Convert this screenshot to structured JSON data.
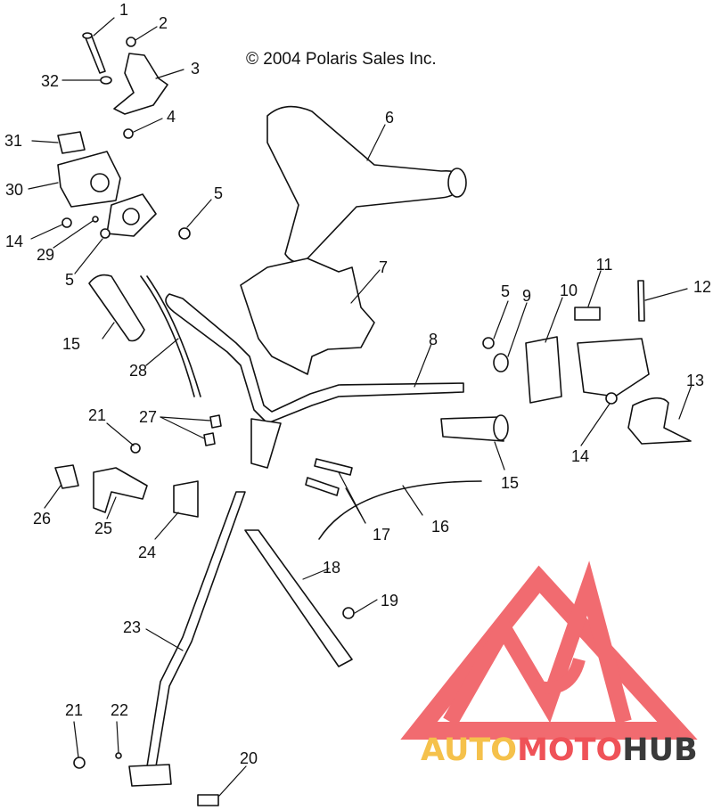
{
  "copyright": "© 2004 Polaris Sales Inc.",
  "callouts": [
    "1",
    "2",
    "3",
    "4",
    "5",
    "6",
    "7",
    "8",
    "9",
    "10",
    "11",
    "12",
    "13",
    "14",
    "15",
    "16",
    "17",
    "18",
    "19",
    "20",
    "21",
    "22",
    "23",
    "24",
    "25",
    "26",
    "27",
    "28",
    "29",
    "30",
    "31",
    "32",
    "5",
    "5",
    "14",
    "15",
    "21"
  ],
  "watermark": {
    "part1": "AUTO",
    "part2": "MOTO",
    "part3": "HUB"
  },
  "colors": {
    "line": "#111111",
    "watermark_red": "#ef5258",
    "watermark_gold": "#f5c14b",
    "watermark_dark": "#3a3a3a"
  }
}
